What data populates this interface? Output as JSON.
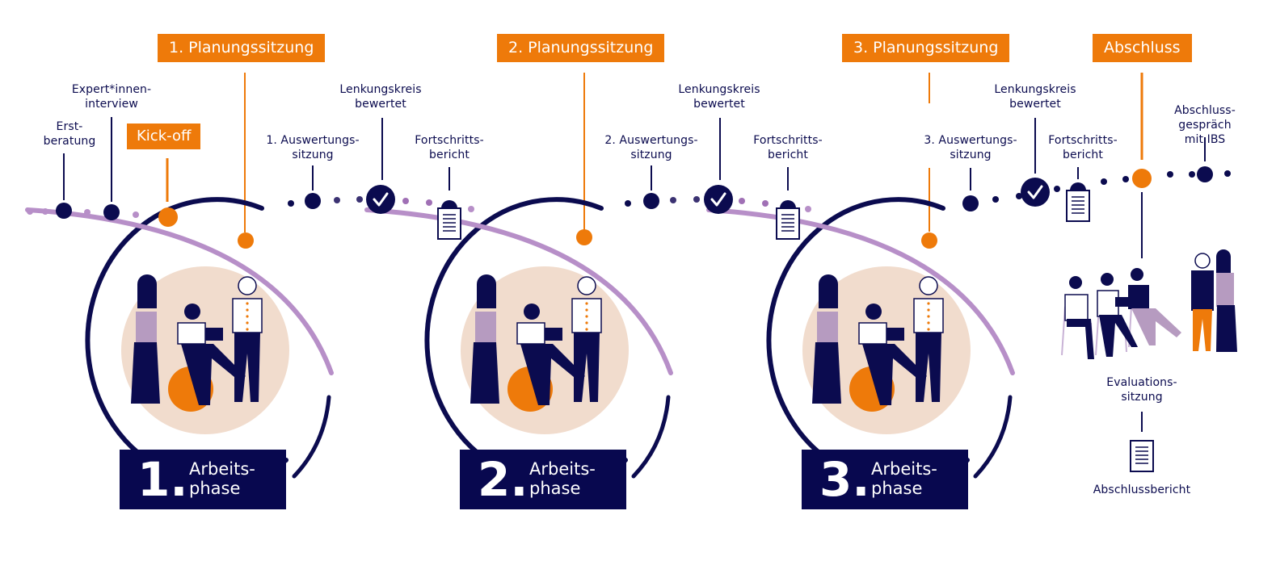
{
  "colors": {
    "navy": "#0b0b4f",
    "orange": "#ee7a0a",
    "lilac": "#b78fc8",
    "peach": "#f1dccd",
    "white": "#ffffff"
  },
  "milestones": {
    "planning_1": "1. Planungssitzung",
    "planning_2": "2. Planungssitzung",
    "planning_3": "3. Planungssitzung",
    "kickoff": "Kick-off",
    "closing": "Abschluss"
  },
  "events": {
    "erstberatung": "Erst-\nberatung",
    "expert_interview": "Expert*innen-\ninterview",
    "evaluation_1": "1. Auswertungs-\nsitzung",
    "evaluation_2": "2. Auswertungs-\nsitzung",
    "evaluation_3": "3. Auswertungs-\nsitzung",
    "steering_1": "Lenkungskreis\nbewertet",
    "steering_2": "Lenkungskreis\nbewertet",
    "steering_3": "Lenkungskreis\nbewertet",
    "progress_1": "Fortschritts-\nbericht",
    "progress_2": "Fortschritts-\nbericht",
    "progress_3": "Fortschritts-\nbericht",
    "closing_talk": "Abschluss-\ngespräch mit IBS",
    "evaluation_session": "Evaluations-\nsitzung",
    "final_report": "Abschlussbericht"
  },
  "phases": [
    {
      "number": "1.",
      "label": "Arbeits-\nphase"
    },
    {
      "number": "2.",
      "label": "Arbeits-\nphase"
    },
    {
      "number": "3.",
      "label": "Arbeits-\nphase"
    }
  ],
  "icons": {
    "checkmark": "check-circle-icon",
    "report": "clipboard-document-icon",
    "final_report": "document-icon",
    "team": "team-illustration",
    "group": "group-meeting-illustration"
  }
}
